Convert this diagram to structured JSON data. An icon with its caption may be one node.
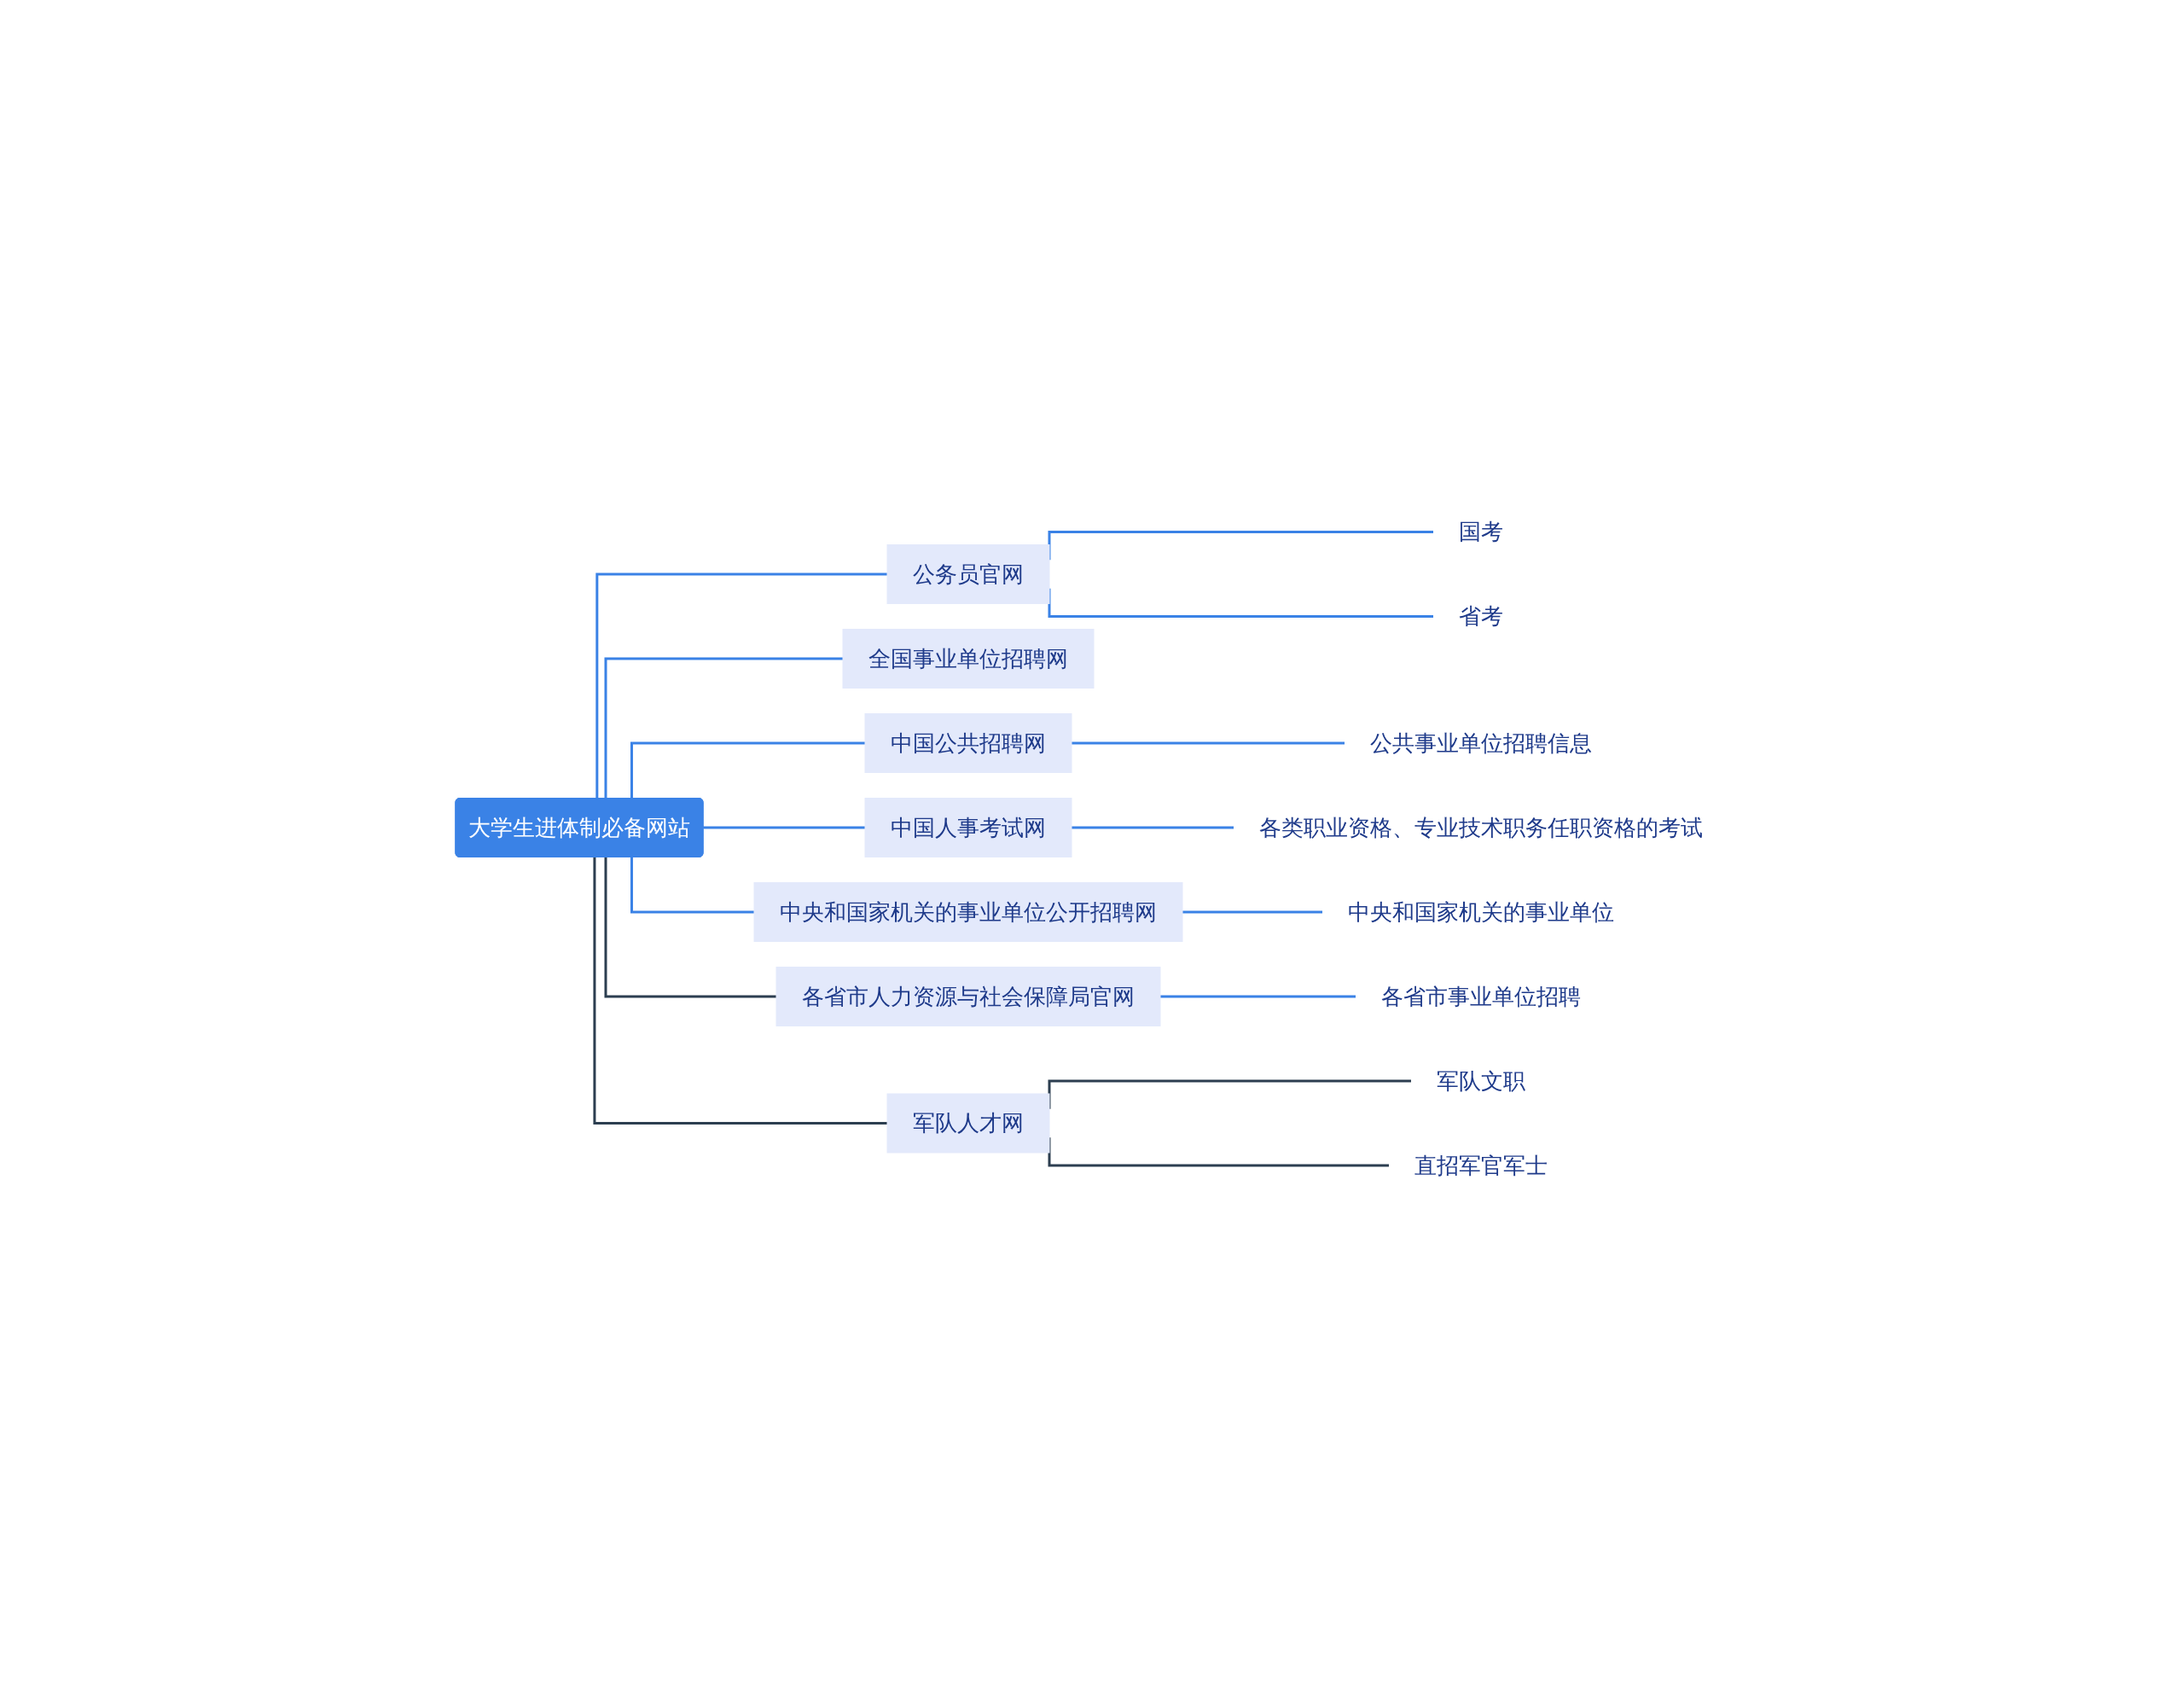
{
  "diagram": {
    "nodes": [
      {
        "text": [
          "大学生进体制必备网站"
        ]
      },
      {
        "text": [
          "公务员官网"
        ]
      },
      {
        "text": [
          "国考"
        ]
      },
      {
        "text": [
          "省考"
        ]
      },
      {
        "text": [
          "全国事业单位招聘网"
        ]
      },
      {
        "text": [
          "中国公共招聘网"
        ]
      },
      {
        "text": [
          "公共事业单位招聘信息"
        ]
      },
      {
        "text": [
          "中国人事考试网"
        ]
      },
      {
        "text": [
          "各类职业资格、专业技术职务任职资格的考试"
        ]
      },
      {
        "text": [
          "中央和国家机关的事业单位公开招聘网"
        ]
      },
      {
        "text": [
          "中央和国家机关的事业单位"
        ]
      },
      {
        "text": [
          "各省市人力资源与社会保障局官网"
        ]
      },
      {
        "text": [
          "各省市事业单位招聘"
        ]
      },
      {
        "text": [
          "军队人才网"
        ]
      },
      {
        "text": [
          "军队文职"
        ]
      },
      {
        "text": [
          "直招军官军士"
        ]
      }
    ],
    "edges": [
      {
        "from": 0,
        "to": 1,
        "arrow": "none"
      },
      {
        "from": 1,
        "to": 2,
        "arrow": "none"
      },
      {
        "from": 1,
        "to": 3,
        "arrow": "none"
      },
      {
        "from": 0,
        "to": 4,
        "arrow": "none"
      },
      {
        "from": 0,
        "to": 5,
        "arrow": "none"
      },
      {
        "from": 5,
        "to": 6,
        "arrow": "none"
      },
      {
        "from": 0,
        "to": 7,
        "arrow": "none"
      },
      {
        "from": 7,
        "to": 8,
        "arrow": "none"
      },
      {
        "from": 0,
        "to": 9,
        "arrow": "none"
      },
      {
        "from": 9,
        "to": 10,
        "arrow": "none"
      },
      {
        "from": 0,
        "to": 11,
        "arrow": "none",
        "color": "#2c3e50"
      },
      {
        "from": 11,
        "to": 12,
        "arrow": "none"
      },
      {
        "from": 0,
        "to": 13,
        "arrow": "none",
        "color": "#2c3e50"
      },
      {
        "from": 13,
        "to": 14,
        "arrow": "none",
        "color": "#2c3e50"
      },
      {
        "from": 13,
        "to": 15,
        "arrow": "none",
        "color": "#2c3e50"
      }
    ]
  }
}
